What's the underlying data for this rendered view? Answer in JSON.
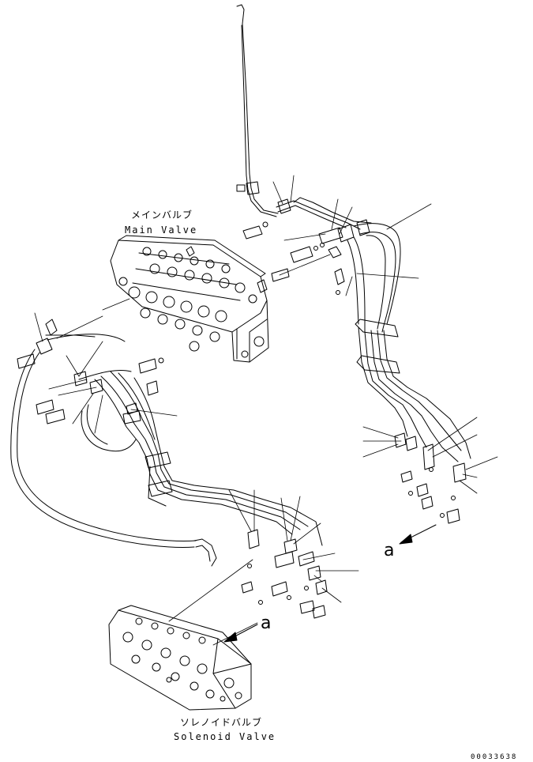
{
  "labels": {
    "main_valve_jp": "メインバルブ",
    "main_valve_en": "Main Valve",
    "solenoid_valve_jp": "ソレノイドバルブ",
    "solenoid_valve_en": "Solenoid Valve",
    "view_a_upper": "a",
    "view_a_lower": "a",
    "drawing_number": "00033638"
  }
}
